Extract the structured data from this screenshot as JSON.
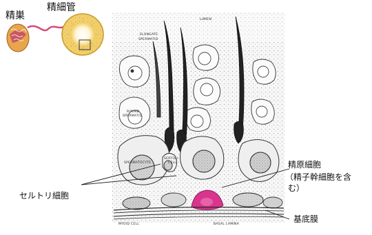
{
  "labels": {
    "testis": "精巣",
    "seminiferous_tubule": "精細管",
    "sertoli_cell": "セルトリ細胞",
    "spermatogonia_line1": "精原細胞",
    "spermatogonia_line2": "（精子幹細胞を含",
    "spermatogonia_line3": "む）",
    "basement_membrane": "基底膜"
  },
  "micrograph_labels": {
    "lumen": "LUMEN",
    "elongate_spermatid_1": "ELONGATE",
    "elongate_spermatid_2": "SPERMATID",
    "round_spermatid_1": "ROUND",
    "round_spermatid_2": "SPERMATID",
    "spermatocyte": "SPERMATOCYTE",
    "sertoli_1": "SERTOLI",
    "sertoli_2": "CELL",
    "myoid_cell": "MYOID CELL",
    "basal_lamina": "BASAL LAMINA"
  },
  "colors": {
    "highlight_cell": "#d9358e",
    "tubule_fill": "#f2cf6a",
    "testis_fill": "#e8a54a",
    "pointer": "#d64a7c"
  }
}
